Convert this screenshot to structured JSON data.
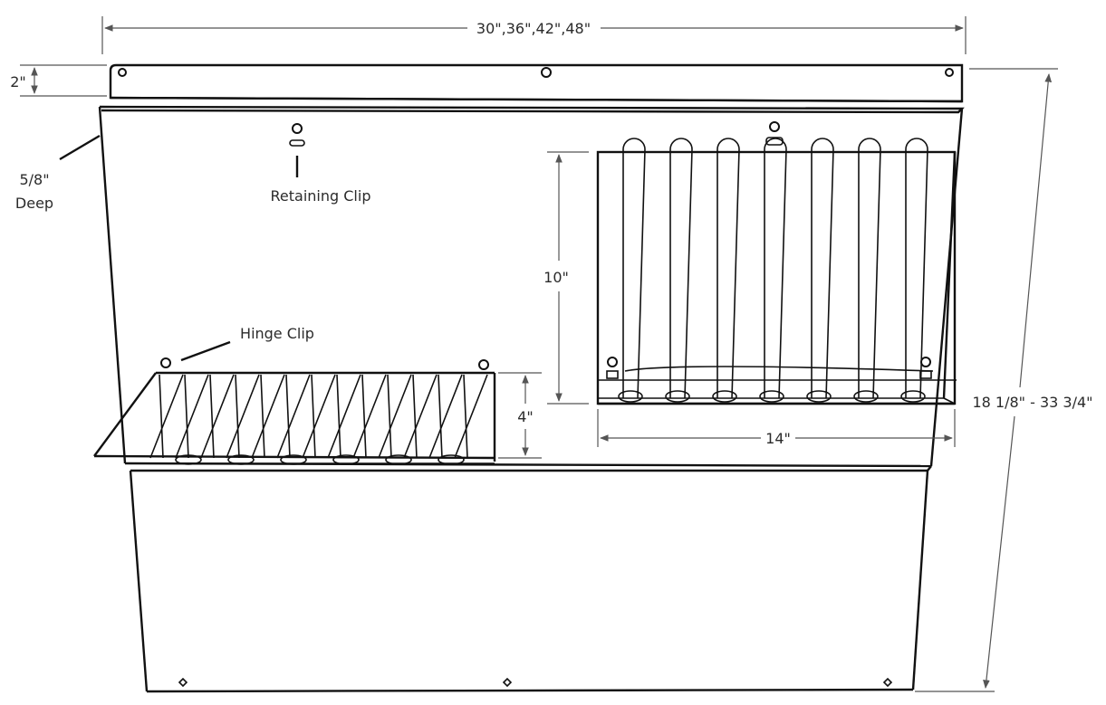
{
  "diagram": {
    "labels": {
      "width": "30\",36\",42\",48\"",
      "lip_height": "2\"",
      "depth_value": "5/8\"",
      "depth_word": "Deep",
      "retaining_clip": "Retaining Clip",
      "hinge_clip": "Hinge Clip",
      "upper_rack_height": "10\"",
      "lower_rack_height": "4\"",
      "rack_width": "14\"",
      "overall_height": "18 1/8\" - 33 3/4\""
    },
    "colors": {
      "line": "#111111",
      "dimension": "#555555",
      "text": "#2b2b2b"
    }
  }
}
